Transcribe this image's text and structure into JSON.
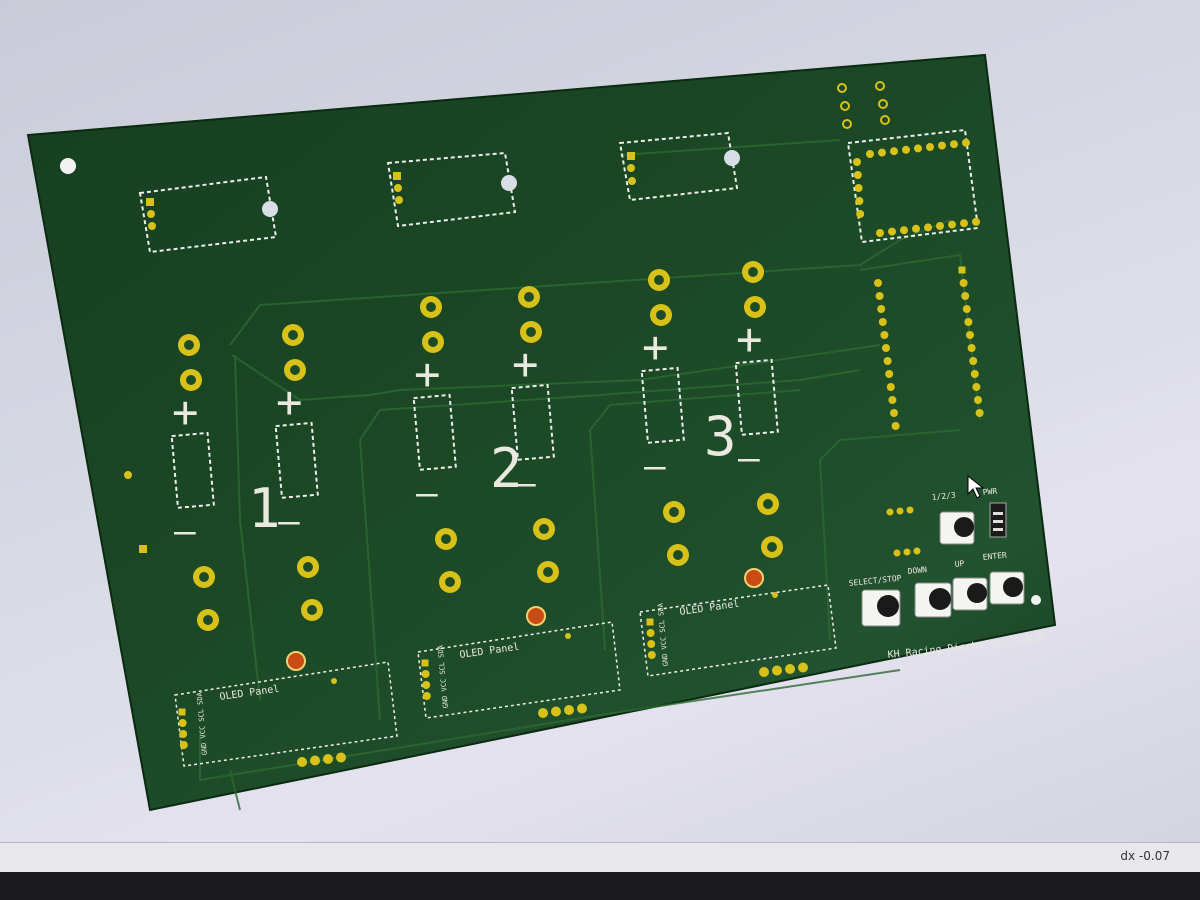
{
  "viewer": {
    "status": {
      "dx_label": "dx -0.07"
    }
  },
  "board": {
    "title": "KH Racing Discharger 5.0.0",
    "channel_numbers": [
      "1",
      "2",
      "3"
    ],
    "polarity": {
      "plus": "+",
      "minus": "—"
    },
    "oled_label": "OLED Panel",
    "oled_pin_labels": [
      "GND VCC SCL SDA"
    ],
    "button_labels": [
      "SELECT/STOP",
      "DOWN",
      "UP",
      "ENTER"
    ],
    "extra_button_label": "1/2/3",
    "power_label": "PWR",
    "colors": {
      "pcb": "#123d1c",
      "pcb_edge": "#0b2a12",
      "pad_gold": "#d8c21a",
      "silkscreen": "#eeeeea",
      "led": "#c94a14"
    }
  }
}
